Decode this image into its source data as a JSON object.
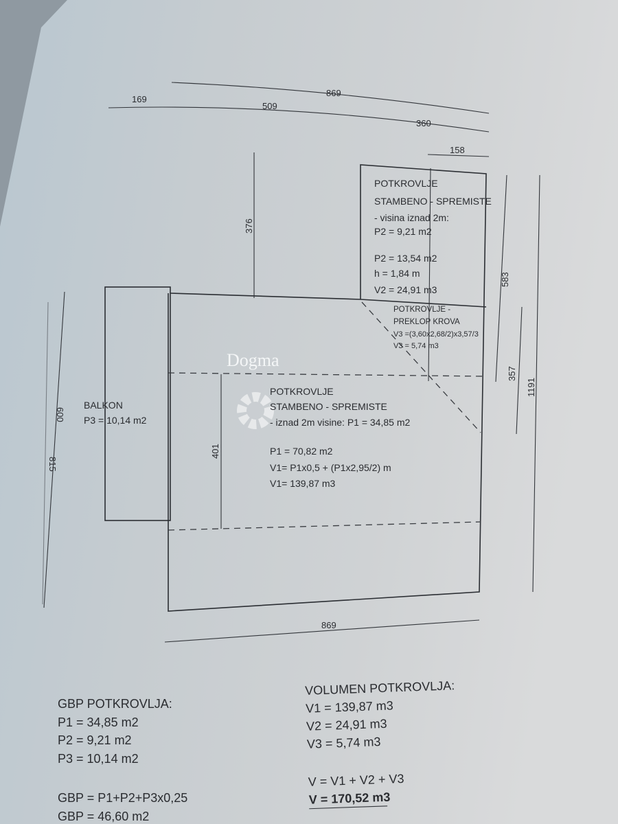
{
  "dimensions": {
    "top_total": "869",
    "top_left": "169",
    "top_middle": "509",
    "top_right": "360",
    "top_small": "158",
    "vertical_376": "376",
    "vertical_401": "401",
    "right_583": "583",
    "right_357": "357",
    "right_total": "1191",
    "bottom_total": "869",
    "left_inner": "600",
    "left_outer": "815"
  },
  "rooms": {
    "upper": {
      "lines": [
        "POTKROVLJE",
        "STAMBENO - SPREMISTE",
        "- visina iznad 2m:",
        "P2 = 9,21 m2",
        "P2 = 13,54 m2",
        "h = 1,84 m",
        "V2 = 24,91 m3"
      ]
    },
    "roof_overlap": {
      "lines": [
        "POTKROVLJE -",
        "PREKLOP KROVA",
        "V3 =(3,60x2,68/2)x3,57/3",
        "V3 = 5,74 m3"
      ]
    },
    "main": {
      "lines": [
        "POTKROVLJE",
        "STAMBENO - SPREMISTE",
        "- iznad 2m visine: P1 = 34,85 m2",
        "P1 = 70,82 m2",
        "V1= P1x0,5 + (P1x2,95/2) m",
        "V1= 139,87 m3"
      ]
    },
    "balcony": {
      "lines": [
        "BALKON",
        "P3 = 10,14 m2"
      ]
    }
  },
  "gbp": {
    "title": "GBP POTKROVLJA:",
    "lines": [
      "P1 = 34,85 m2",
      "P2 = 9,21 m2",
      "P3 = 10,14 m2"
    ],
    "formula": "GBP = P1+P2+P3x0,25",
    "result": "GBP = 46,60 m2"
  },
  "volume": {
    "title": "VOLUMEN POTKROVLJA:",
    "lines": [
      "V1 = 139,87 m3",
      "V2 = 24,91 m3",
      "V3 = 5,74 m3"
    ],
    "formula": "V = V1 + V2 + V3",
    "result": "V = 170,52 m3"
  },
  "watermark": "Dogma",
  "colors": {
    "paper": "#c9cfd3",
    "ink": "#2a2c30"
  }
}
